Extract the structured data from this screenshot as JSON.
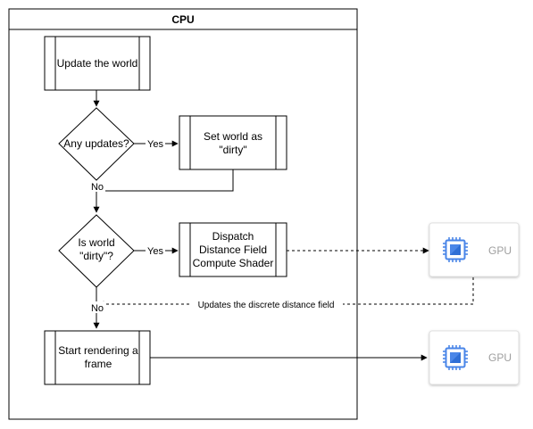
{
  "pool": {
    "title": "CPU"
  },
  "nodes": {
    "update_world": "Update the world",
    "any_updates": "Any updates?",
    "set_dirty_line1": "Set world as",
    "set_dirty_line2": "\"dirty\"",
    "is_dirty_line1": "Is world",
    "is_dirty_line2": "\"dirty\"?",
    "dispatch_line1": "Dispatch",
    "dispatch_line2": "Distance Field",
    "dispatch_line3": "Compute Shader",
    "start_render_line1": "Start rendering a",
    "start_render_line2": "frame"
  },
  "edges": {
    "yes_1": "Yes",
    "no_1": "No",
    "yes_2": "Yes",
    "no_2": "No",
    "gpu_feedback": "Updates the discrete distance field"
  },
  "gpu_boxes": [
    {
      "label": "GPU",
      "icon": "chip-icon"
    },
    {
      "label": "GPU",
      "icon": "chip-icon"
    }
  ],
  "colors": {
    "chip_blue": "#4a86e8",
    "gpu_text": "#9e9e9e"
  }
}
